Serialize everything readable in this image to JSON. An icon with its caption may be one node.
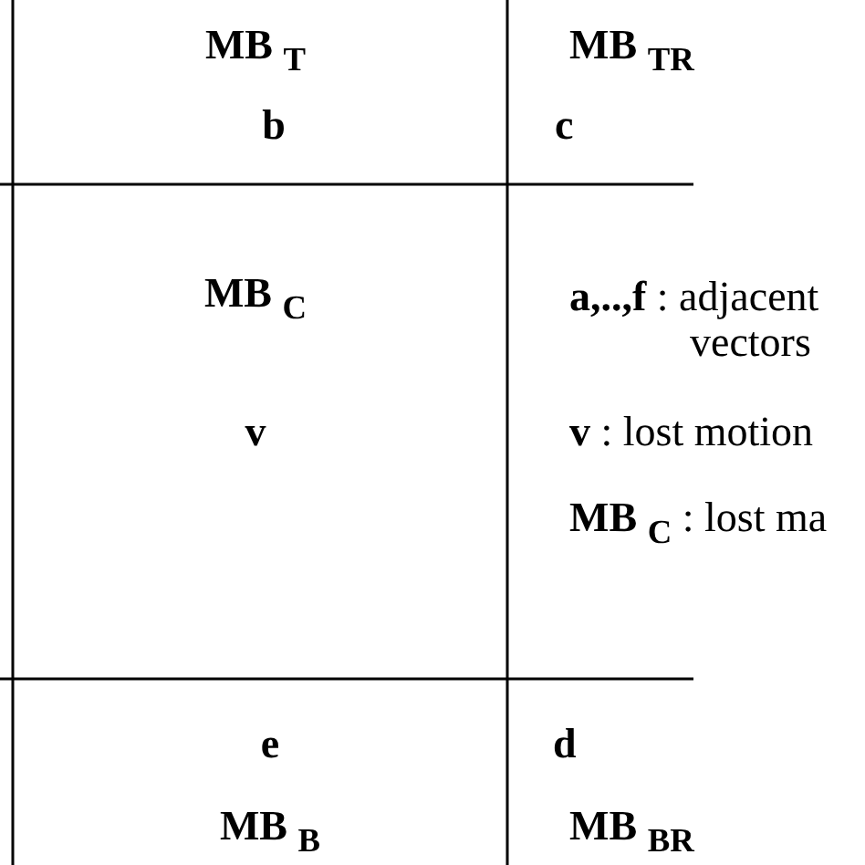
{
  "diagram": {
    "labels": [
      "MB $_{T}$",
      "MB $_{TR}$",
      "b",
      "c",
      "MB $_{C}$",
      "**a,..,f** : adjacent vectors",
      "v",
      "**v** : lost motion",
      "**MB** $_{C}$ : lost ma",
      "e",
      "d",
      "MB $_{B}$",
      "MB $_{BR}$"
    ]
  }
}
